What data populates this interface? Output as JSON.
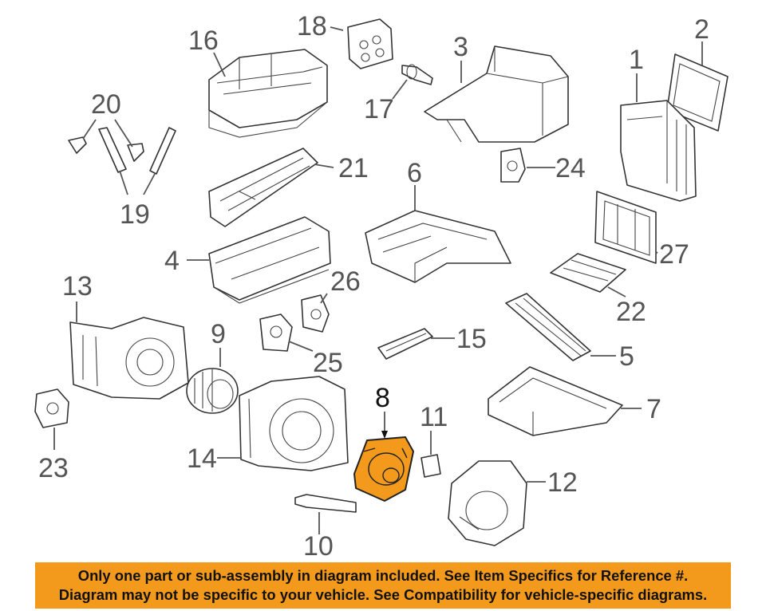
{
  "diagram": {
    "highlighted_part": "8",
    "highlight_color": "#f39a1c",
    "callouts": {
      "c1": "1",
      "c2": "2",
      "c3": "3",
      "c4": "4",
      "c5": "5",
      "c6": "6",
      "c7": "7",
      "c8": "8",
      "c9": "9",
      "c10": "10",
      "c11": "11",
      "c12": "12",
      "c13": "13",
      "c14": "14",
      "c15": "15",
      "c16": "16",
      "c17": "17",
      "c18": "18",
      "c19": "19",
      "c20": "20",
      "c21": "21",
      "c22": "22",
      "c23": "23",
      "c24": "24",
      "c25": "25",
      "c26": "26",
      "c27": "27"
    }
  },
  "banner": {
    "line1": "Only one part or sub-assembly in diagram included. See Item Specifics for Reference #.",
    "line2": "Diagram may not be specific to your vehicle. See Compatibility for vehicle-specific diagrams.",
    "background": "#f39a1c"
  }
}
